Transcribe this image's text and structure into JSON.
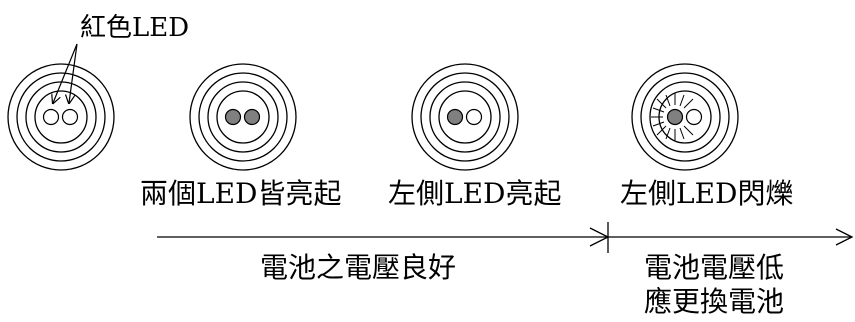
{
  "callout": {
    "label": "紅色LED"
  },
  "states": [
    {
      "caption": "兩個LED皆亮起",
      "left_led": "on",
      "right_led": "on"
    },
    {
      "caption": "左側LED亮起",
      "left_led": "on",
      "right_led": "off"
    },
    {
      "caption": "左側LED閃爍",
      "left_led": "flashing",
      "right_led": "off"
    }
  ],
  "reference_led": {
    "left_led": "off",
    "right_led": "off"
  },
  "ranges": {
    "good": {
      "label": "電池之電壓良好"
    },
    "low": {
      "label_line1": "電池電壓低",
      "label_line2": "應更換電池"
    }
  },
  "colors": {
    "led_on": "#808080",
    "led_off": "#ffffff",
    "stroke": "#000000"
  }
}
